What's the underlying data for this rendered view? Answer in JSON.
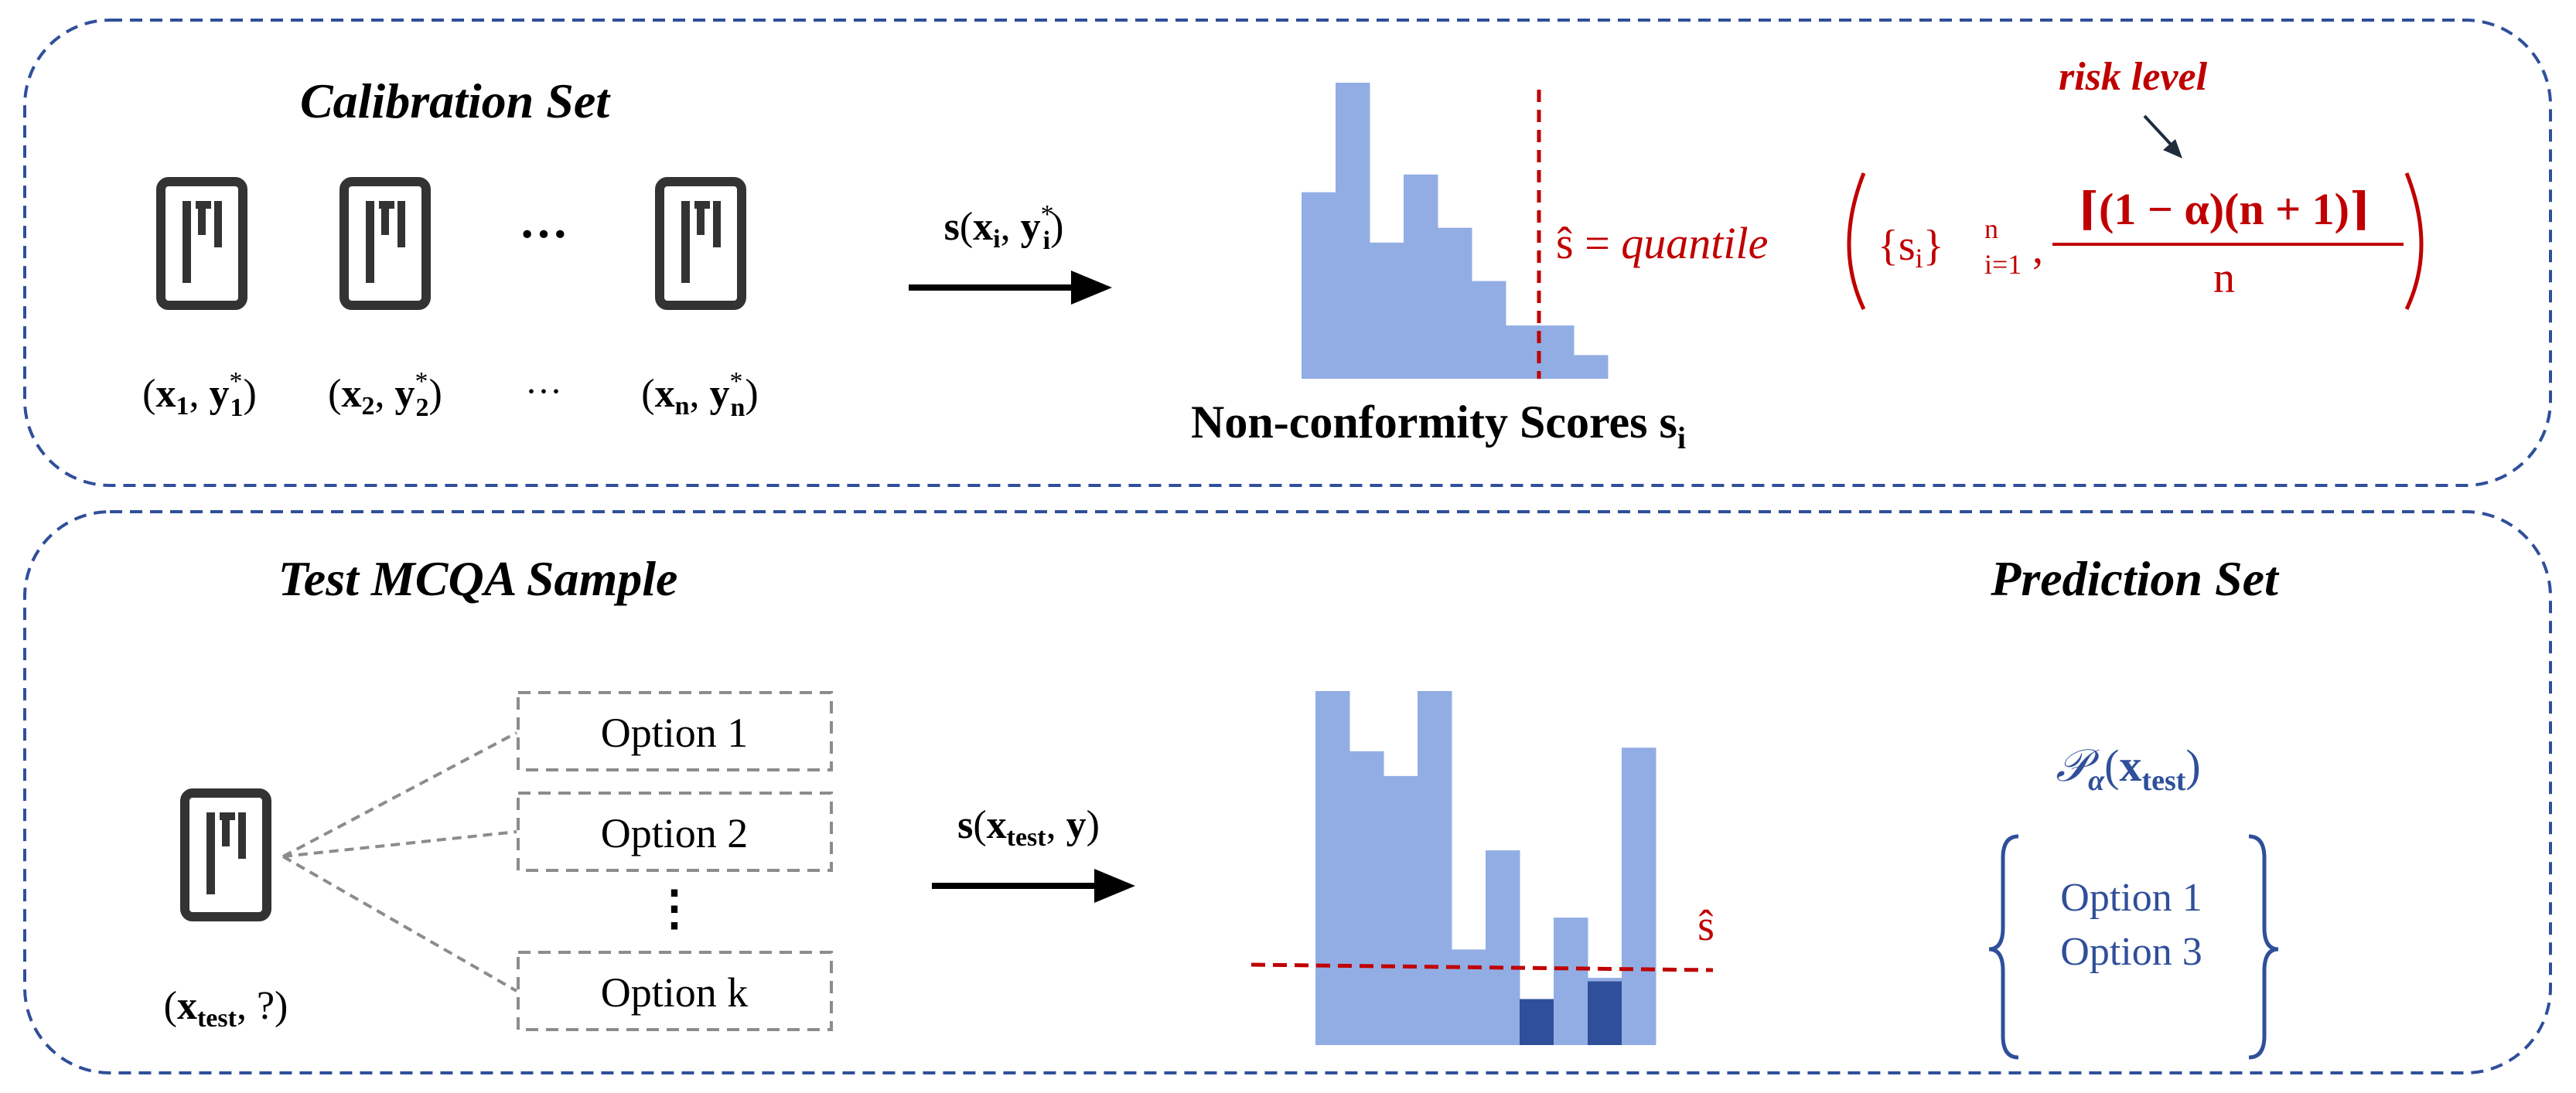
{
  "colors": {
    "panel_border": "#2f4f9a",
    "bar": "#92ade4",
    "bar_dark": "#2f4f9a",
    "threshold": "#c00000",
    "set_text": "#2f4f9a",
    "option_border": "#8c8c8c",
    "arrow": "#000000",
    "icon": "#333333"
  },
  "calibration": {
    "title": "Calibration Set",
    "samples": [
      {
        "x": "x",
        "xsub": "1",
        "y": "y",
        "ysub": "1",
        "ysup": "*"
      },
      {
        "x": "x",
        "xsub": "2",
        "y": "y",
        "ysub": "2",
        "ysup": "*"
      },
      {
        "x": "x",
        "xsub": "n",
        "y": "y",
        "ysub": "n",
        "ysup": "*"
      }
    ],
    "ellipsis": "···",
    "ellipsis_label": "···",
    "arrow_label": {
      "fn": "s",
      "x": "x",
      "xsub": "i",
      "y": "y",
      "ysub": "i",
      "ysup": "*"
    },
    "histogram_label": "Non-conformity Scores s",
    "histogram_label_sub": "i",
    "formula": {
      "lhs": "ŝ = ",
      "fn": "quantile",
      "set": "{s",
      "set_sub": "i",
      "set_close": "}",
      "set_sup": "n",
      "set_lower": "i=1",
      "comma": ",",
      "numerator": "⌈(1 − α)(n + 1)⌉",
      "denominator": "n"
    },
    "risk_label": "risk level",
    "histogram_values": [
      0.63,
      1.0,
      0.46,
      0.69,
      0.51,
      0.33,
      0.18,
      0.18,
      0.08
    ]
  },
  "test": {
    "title": "Test MCQA Sample",
    "sample_label": {
      "x": "x",
      "xsub": "test",
      "rest": ", ?)"
    },
    "options": [
      "Option 1",
      "Option 2",
      "Option k"
    ],
    "vertical_ellipsis": "⋮",
    "arrow_label": {
      "fn": "s",
      "x": "x",
      "xsub": "test",
      "y": "y"
    },
    "threshold_label": "ŝ",
    "histogram_values": [
      1.0,
      0.83,
      0.76,
      1.0,
      0.27,
      0.55,
      0.13,
      0.36,
      0.19,
      0.84
    ],
    "below_threshold_values": [
      0.13,
      0.18
    ],
    "prediction": {
      "title": "Prediction Set",
      "set_label": "𝒫",
      "set_label_sub": "α",
      "set_arg": "x",
      "set_arg_sub": "test",
      "items": [
        "Option 1",
        "Option 3"
      ]
    }
  }
}
